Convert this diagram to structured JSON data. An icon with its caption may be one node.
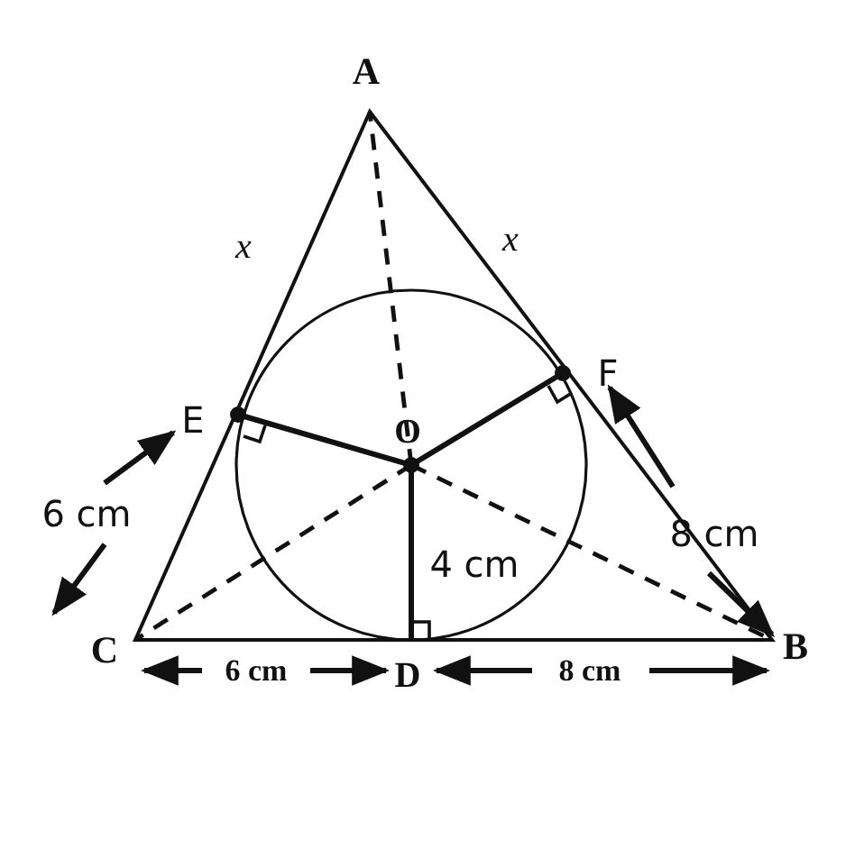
{
  "diagram": {
    "labels": [
      "A",
      "x",
      "x",
      "E",
      "F",
      "O",
      "6 cm",
      "8 cm",
      "4 cm",
      "C",
      "B",
      "6 cm",
      "D",
      "8 cm"
    ]
  }
}
